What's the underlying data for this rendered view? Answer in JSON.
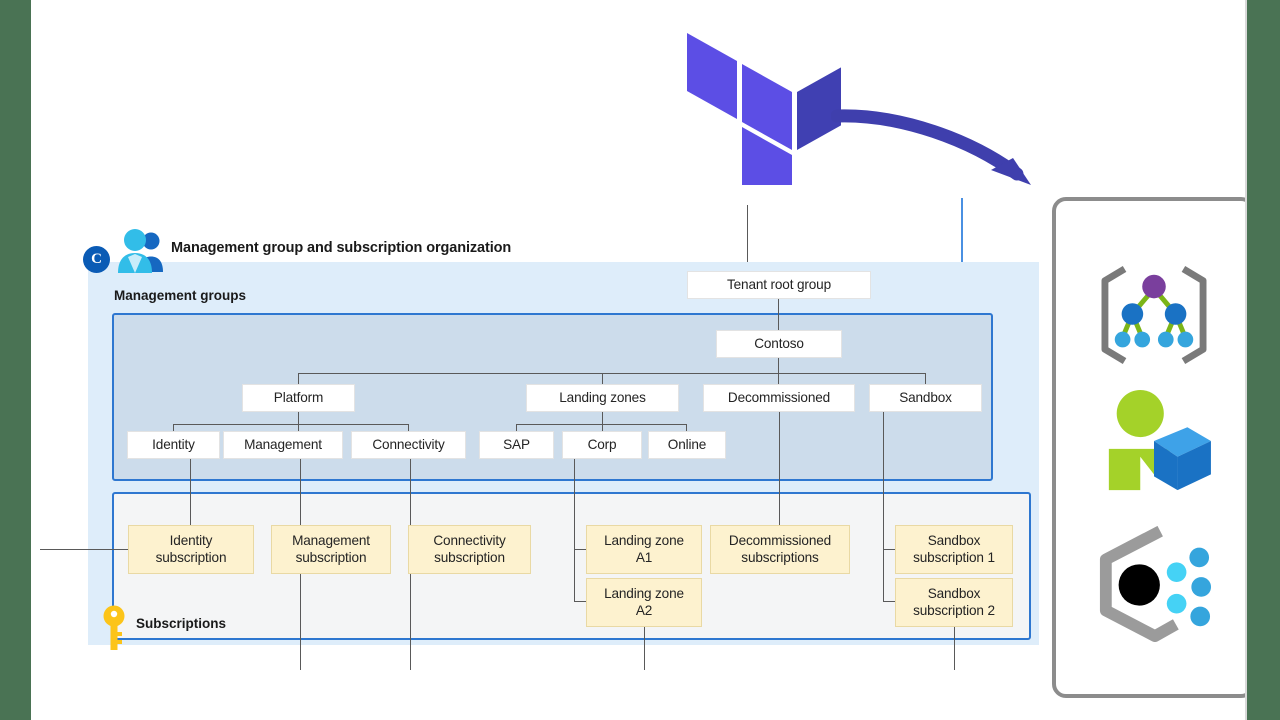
{
  "slide": {
    "background_color": "#4a7354",
    "canvas_color": "#ffffff"
  },
  "diagram": {
    "title": "Management group and subscription organization",
    "title_badge": "C",
    "bands": {
      "management_groups_label": "Management groups",
      "subscriptions_label": "Subscriptions"
    },
    "colors": {
      "outer_panel": "#deedfa",
      "mg_band": "#ccdceb",
      "mg_border": "#2e77d0",
      "subs_band": "#f4f5f6",
      "mg_node_fill": "#ffffff",
      "sub_node_fill": "#fdf2cf",
      "connector": "#595959",
      "terraform_purple": "#5c4ee5",
      "arrow_purple": "#3f3fad"
    },
    "management_groups": [
      {
        "id": "tenant-root-group",
        "label": "Tenant root group",
        "level": 0
      },
      {
        "id": "contoso",
        "label": "Contoso",
        "level": 1
      },
      {
        "id": "platform",
        "label": "Platform",
        "level": 2
      },
      {
        "id": "landing-zones",
        "label": "Landing zones",
        "level": 2
      },
      {
        "id": "decommissioned",
        "label": "Decommissioned",
        "level": 2
      },
      {
        "id": "sandbox",
        "label": "Sandbox",
        "level": 2
      },
      {
        "id": "identity",
        "label": "Identity",
        "level": 3
      },
      {
        "id": "management",
        "label": "Management",
        "level": 3
      },
      {
        "id": "connectivity",
        "label": "Connectivity",
        "level": 3
      },
      {
        "id": "sap",
        "label": "SAP",
        "level": 3
      },
      {
        "id": "corp",
        "label": "Corp",
        "level": 3
      },
      {
        "id": "online",
        "label": "Online",
        "level": 3
      }
    ],
    "subscriptions": [
      {
        "id": "identity-subscription",
        "line1": "Identity",
        "line2": "subscription"
      },
      {
        "id": "management-subscription",
        "line1": "Management",
        "line2": "subscription"
      },
      {
        "id": "connectivity-subscription",
        "line1": "Connectivity",
        "line2": "subscription"
      },
      {
        "id": "landing-zone-a1",
        "line1": "Landing zone",
        "line2": "A1"
      },
      {
        "id": "landing-zone-a2",
        "line1": "Landing zone",
        "line2": "A2"
      },
      {
        "id": "decommissioned-subscriptions",
        "line1": "Decommissioned",
        "line2": "subscriptions"
      },
      {
        "id": "sandbox-subscription-1",
        "line1": "Sandbox",
        "line2": "subscription 1"
      },
      {
        "id": "sandbox-subscription-2",
        "line1": "Sandbox",
        "line2": "subscription 2"
      }
    ]
  },
  "terraform": {
    "logo_name": "terraform-logo",
    "arrow_name": "curved-arrow"
  },
  "icon_panel": {
    "icons": [
      {
        "id": "management-group-icon",
        "name": "azure-management-group-icon"
      },
      {
        "id": "subscription-icon",
        "name": "azure-subscription-icon"
      },
      {
        "id": "resource-group-icon",
        "name": "azure-resource-group-icon"
      }
    ]
  }
}
